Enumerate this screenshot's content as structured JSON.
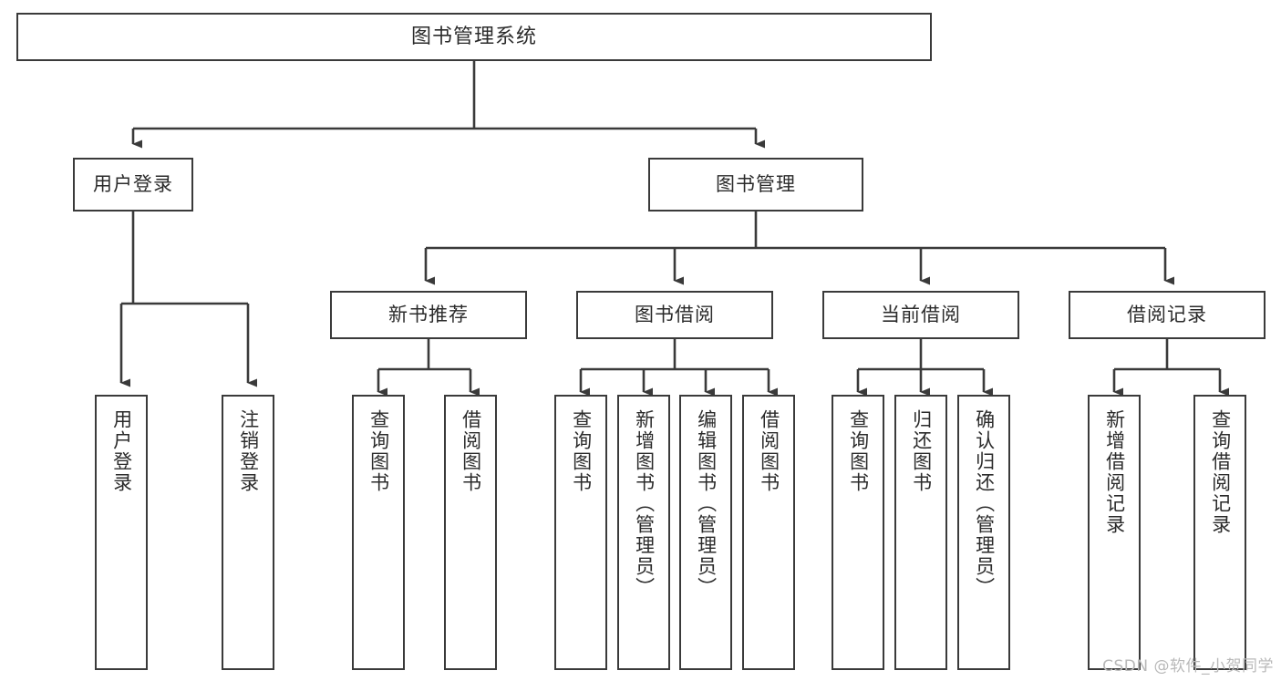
{
  "diagram": {
    "type": "tree",
    "title": "图书管理系统",
    "watermark": "CSDN @软件_小贺同学",
    "edge_style": "orthogonal-arrow",
    "arrow_color": "#3a3a3a",
    "box_border_color": "#3a3a3a",
    "background": "#ffffff",
    "levels": 4
  },
  "nodes": {
    "root": {
      "label": "图书管理系统"
    },
    "level2": [
      {
        "id": "user-login",
        "label": "用户登录"
      },
      {
        "id": "book-manage",
        "label": "图书管理"
      }
    ],
    "level3": [
      {
        "id": "new-book-recommend",
        "label": "新书推荐"
      },
      {
        "id": "book-borrow",
        "label": "图书借阅"
      },
      {
        "id": "current-borrow",
        "label": "当前借阅"
      },
      {
        "id": "borrow-record",
        "label": "借阅记录"
      }
    ],
    "leaves": {
      "user_login": [
        {
          "id": "leaf-user-login",
          "label": "用户登录"
        },
        {
          "id": "leaf-logout",
          "label": "注销登录"
        }
      ],
      "new_book_recommend": [
        {
          "id": "leaf-query-book-1",
          "label": "查询图书"
        },
        {
          "id": "leaf-borrow-book-1",
          "label": "借阅图书"
        }
      ],
      "book_borrow": [
        {
          "id": "leaf-query-book-2",
          "label": "查询图书"
        },
        {
          "id": "leaf-add-book",
          "label": "新增图书（管理员）"
        },
        {
          "id": "leaf-edit-book",
          "label": "编辑图书（管理员）"
        },
        {
          "id": "leaf-borrow-book-2",
          "label": "借阅图书"
        }
      ],
      "current_borrow": [
        {
          "id": "leaf-query-book-3",
          "label": "查询图书"
        },
        {
          "id": "leaf-return-book",
          "label": "归还图书"
        },
        {
          "id": "leaf-confirm-return",
          "label": "确认归还（管理员）"
        }
      ],
      "borrow_record": [
        {
          "id": "leaf-add-record",
          "label": "新增借阅记录"
        },
        {
          "id": "leaf-query-record",
          "label": "查询借阅记录"
        }
      ]
    }
  }
}
